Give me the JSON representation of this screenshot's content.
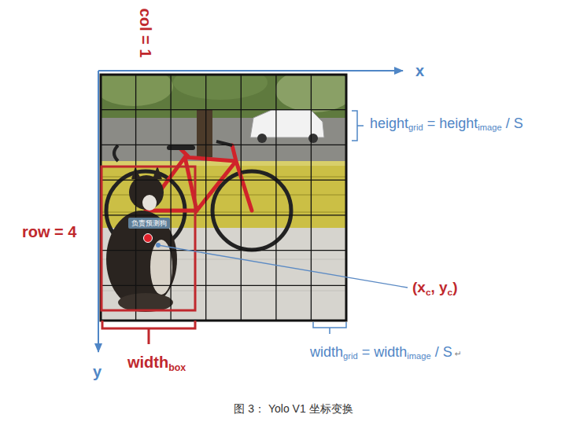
{
  "diagram": {
    "caption": "图 3： Yolo V1 坐标变换",
    "nodes": [
      {
        "text": [
          "负责预测狗"
        ]
      }
    ],
    "edges": [],
    "labels": [
      "col = 1",
      "x",
      "height",
      "grid",
      "= height",
      "image",
      "/ S",
      "row = 4",
      "(x",
      "c",
      ", y",
      "c",
      ")",
      "width",
      "box",
      "width",
      "grid",
      "= width",
      "image",
      "/ S",
      "↵",
      "y"
    ]
  }
}
